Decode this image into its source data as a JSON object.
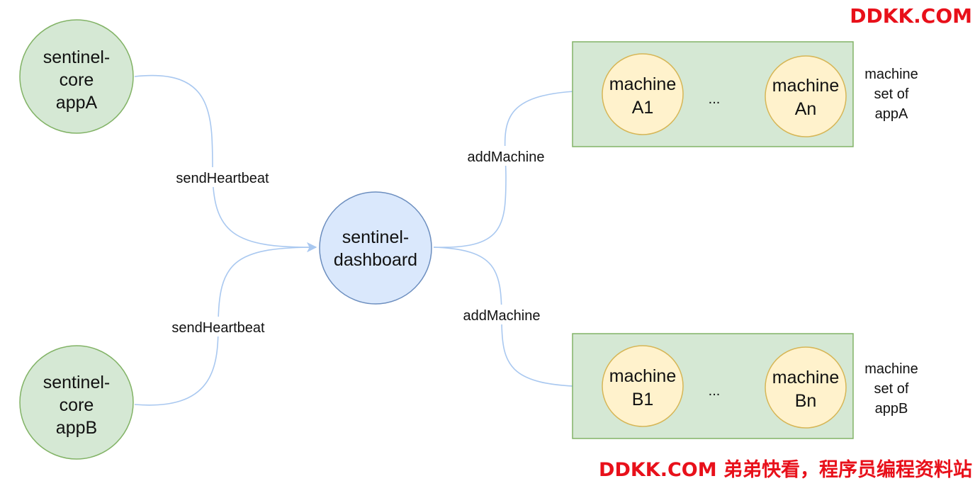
{
  "watermark": {
    "top": "DDKK.COM",
    "bottom": "DDKK.COM 弟弟快看，程序员编程资料站"
  },
  "apps": [
    {
      "id": "appA",
      "lines": [
        "sentinel-",
        "core",
        "appA"
      ]
    },
    {
      "id": "appB",
      "lines": [
        "sentinel-",
        "core",
        "appB"
      ]
    }
  ],
  "dashboard": {
    "lines": [
      "sentinel-",
      "dashboard"
    ]
  },
  "edge_labels": {
    "heartbeat_a": "sendHeartbeat",
    "heartbeat_b": "sendHeartbeat",
    "add_a": "addMachine",
    "add_b": "addMachine"
  },
  "machine_sets": [
    {
      "id": "setA",
      "first": [
        "machine",
        "A1"
      ],
      "ellipsis": "...",
      "last": [
        "machine",
        "An"
      ],
      "caption": [
        "machine",
        "set of",
        "appA"
      ]
    },
    {
      "id": "setB",
      "first": [
        "machine",
        "B1"
      ],
      "ellipsis": "...",
      "last": [
        "machine",
        "Bn"
      ],
      "caption": [
        "machine",
        "set of",
        "appB"
      ]
    }
  ],
  "colors": {
    "app_fill": "#d5e8d4",
    "app_stroke": "#82b366",
    "dashboard_fill": "#dae8fc",
    "dashboard_stroke": "#6c8ebf",
    "set_fill": "#d5e8d4",
    "set_stroke": "#82b366",
    "machine_fill": "#fff2cc",
    "machine_stroke": "#d6b656",
    "edge": "#a9c8f0",
    "watermark": "#e8101a"
  }
}
